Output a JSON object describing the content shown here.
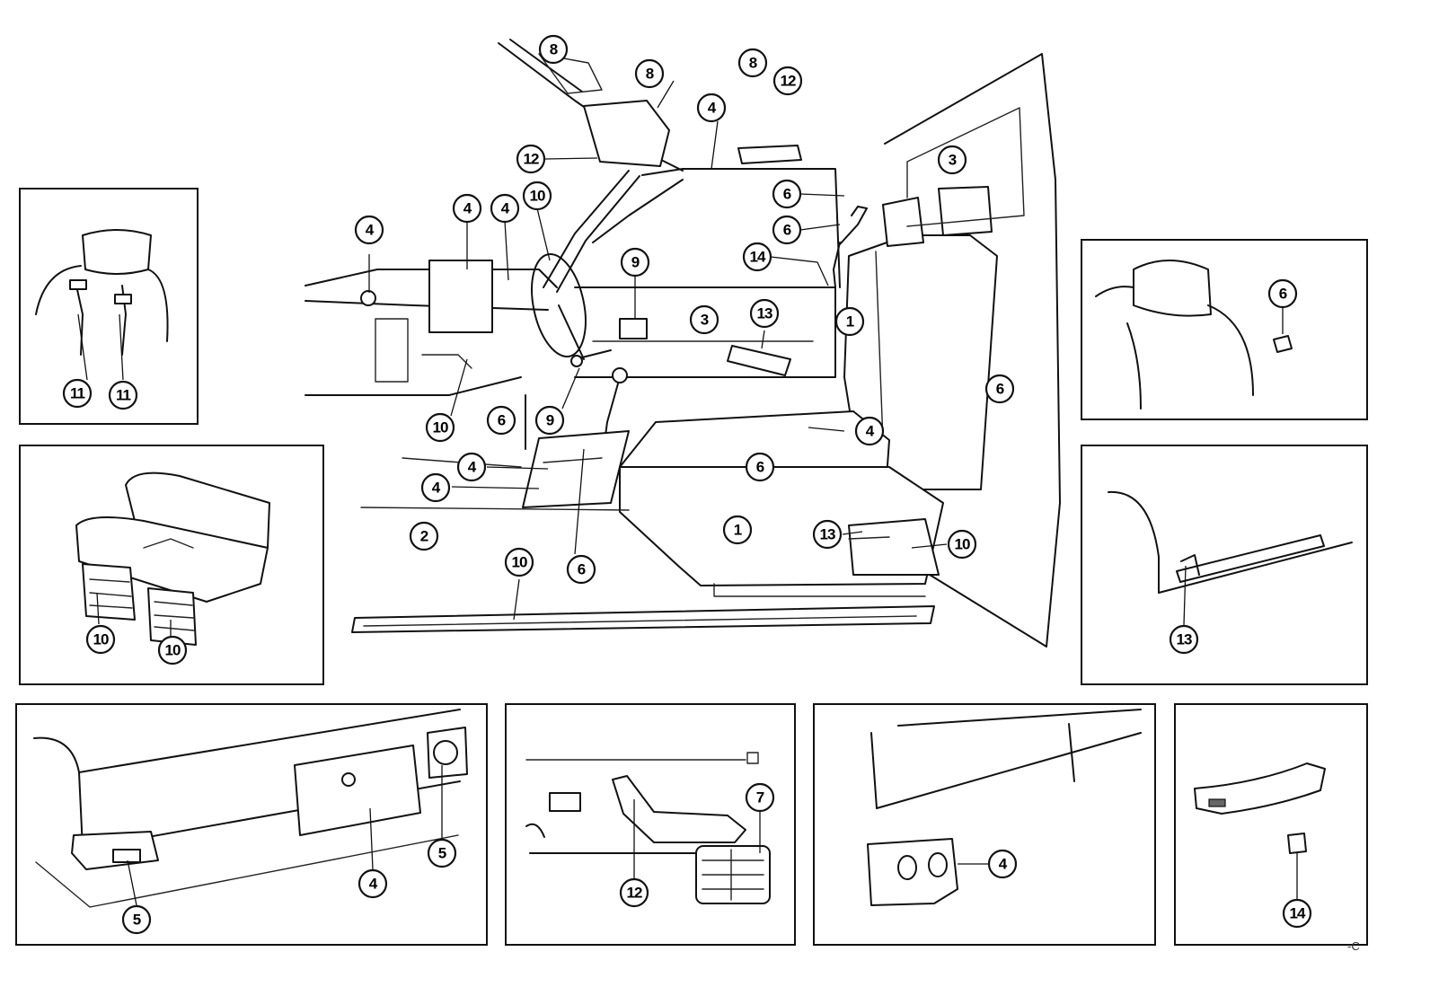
{
  "callouts": [
    {
      "id": "c-main-8a",
      "label": "8"
    },
    {
      "id": "c-main-8b",
      "label": "8"
    },
    {
      "id": "c-main-8c",
      "label": "8"
    },
    {
      "id": "c-main-12a",
      "label": "12"
    },
    {
      "id": "c-main-4-headliner",
      "label": "4"
    },
    {
      "id": "c-main-12b",
      "label": "12"
    },
    {
      "id": "c-main-3a",
      "label": "3"
    },
    {
      "id": "c-main-6a",
      "label": "6"
    },
    {
      "id": "c-main-6b",
      "label": "6"
    },
    {
      "id": "c-main-14",
      "label": "14"
    },
    {
      "id": "c-main-4-dashL",
      "label": "4"
    },
    {
      "id": "c-main-4-dashM",
      "label": "4"
    },
    {
      "id": "c-main-4-dashR",
      "label": "4"
    },
    {
      "id": "c-main-10-wheel",
      "label": "10"
    },
    {
      "id": "c-main-9a",
      "label": "9"
    },
    {
      "id": "c-main-3b",
      "label": "3"
    },
    {
      "id": "c-main-13a",
      "label": "13"
    },
    {
      "id": "c-main-1a",
      "label": "1"
    },
    {
      "id": "c-main-6c",
      "label": "6"
    },
    {
      "id": "c-main-10-dashlow",
      "label": "10"
    },
    {
      "id": "c-main-6d",
      "label": "6"
    },
    {
      "id": "c-main-9b",
      "label": "9"
    },
    {
      "id": "c-main-4-seat",
      "label": "4"
    },
    {
      "id": "c-main-4-consoleA",
      "label": "4"
    },
    {
      "id": "c-main-4-consoleB",
      "label": "4"
    },
    {
      "id": "c-main-6e",
      "label": "6"
    },
    {
      "id": "c-main-2",
      "label": "2"
    },
    {
      "id": "c-main-1b",
      "label": "1"
    },
    {
      "id": "c-main-13b",
      "label": "13"
    },
    {
      "id": "c-main-10-seat",
      "label": "10"
    },
    {
      "id": "c-main-10-sill",
      "label": "10"
    },
    {
      "id": "c-main-6f",
      "label": "6"
    },
    {
      "id": "c-tl-11a",
      "label": "11"
    },
    {
      "id": "c-tl-11b",
      "label": "11"
    },
    {
      "id": "c-ml-10a",
      "label": "10"
    },
    {
      "id": "c-ml-10b",
      "label": "10"
    },
    {
      "id": "c-tr-6",
      "label": "6"
    },
    {
      "id": "c-mr-13",
      "label": "13"
    },
    {
      "id": "c-bl-5a",
      "label": "5"
    },
    {
      "id": "c-bl-4",
      "label": "4"
    },
    {
      "id": "c-bl-5b",
      "label": "5"
    },
    {
      "id": "c-bm-12",
      "label": "12"
    },
    {
      "id": "c-bm-7",
      "label": "7"
    },
    {
      "id": "c-br-4",
      "label": "4"
    },
    {
      "id": "c-brr-14",
      "label": "14"
    }
  ],
  "corner_mark": "-C"
}
